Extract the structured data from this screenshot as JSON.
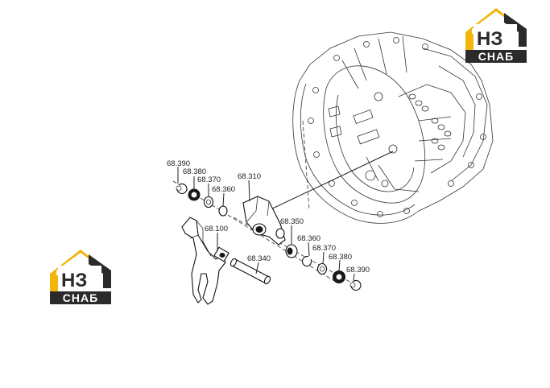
{
  "logo": {
    "mark": "НЗ",
    "name": "СНАБ",
    "colors": {
      "roof": "#f2b50c",
      "dark": "#2a2a2a",
      "text": "#ffffff"
    }
  },
  "parts": [
    {
      "id": "p-68390-a",
      "label": "68.390"
    },
    {
      "id": "p-68380-a",
      "label": "68.380"
    },
    {
      "id": "p-68370-a",
      "label": "68.370"
    },
    {
      "id": "p-68360-a",
      "label": "68.360"
    },
    {
      "id": "p-68310",
      "label": "68.310"
    },
    {
      "id": "p-68100",
      "label": "68.100"
    },
    {
      "id": "p-68350",
      "label": "68.350"
    },
    {
      "id": "p-68360-b",
      "label": "68.360"
    },
    {
      "id": "p-68340",
      "label": "68.340"
    },
    {
      "id": "p-68370-b",
      "label": "68.370"
    },
    {
      "id": "p-68380-b",
      "label": "68.380"
    },
    {
      "id": "p-68390-b",
      "label": "68.390"
    }
  ]
}
